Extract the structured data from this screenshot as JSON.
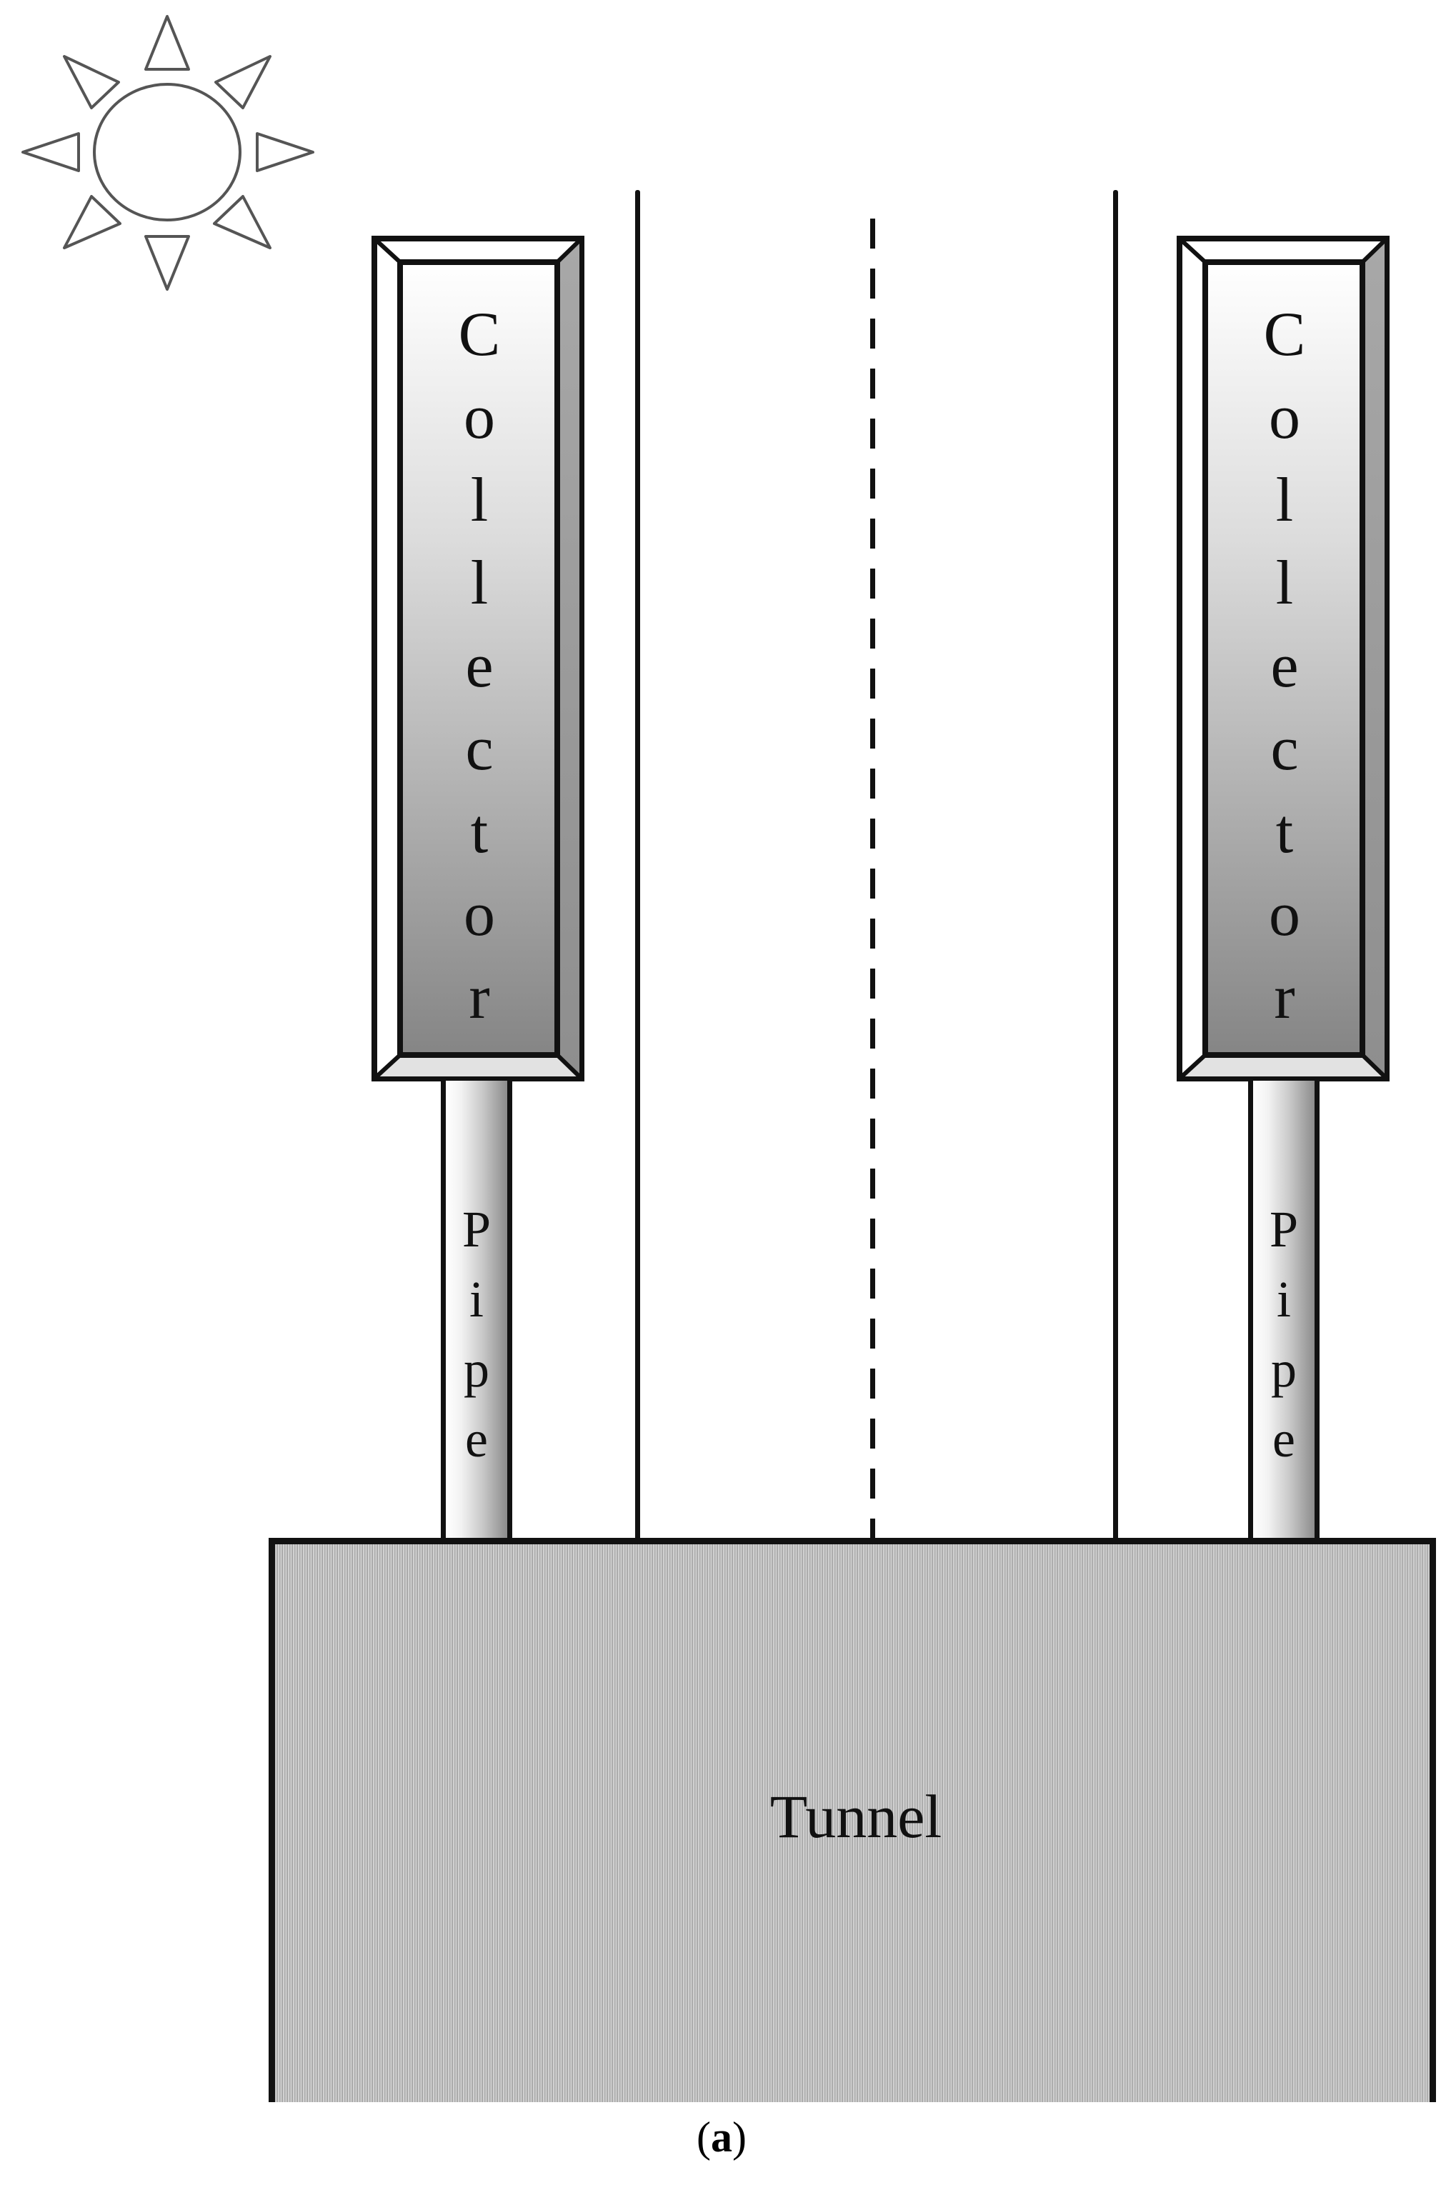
{
  "figure": {
    "caption_open": "(",
    "caption_letter": "a",
    "caption_close": ")",
    "icons": {
      "sun": "sun-icon"
    },
    "road": {
      "left_edge": "solid line",
      "center_line": "dashed line",
      "right_edge": "solid line"
    },
    "collectors": [
      {
        "label": "Collector",
        "letters": [
          "C",
          "o",
          "l",
          "l",
          "e",
          "c",
          "t",
          "o",
          "r"
        ],
        "pipe": {
          "label": "Pipe",
          "letters": [
            "P",
            "i",
            "p",
            "e"
          ]
        }
      },
      {
        "label": "Collector",
        "letters": [
          "C",
          "o",
          "l",
          "l",
          "e",
          "c",
          "t",
          "o",
          "r"
        ],
        "pipe": {
          "label": "Pipe",
          "letters": [
            "P",
            "i",
            "p",
            "e"
          ]
        }
      }
    ],
    "tunnel": {
      "label": "Tunnel"
    },
    "colors": {
      "outline": "#111111",
      "collector_gradient_top": "#ffffff",
      "collector_gradient_bottom": "#858585",
      "bevel_right": "#a0a0a0",
      "bevel_bottom": "#e2e2e2",
      "tunnel_fill": "#b8b8b8"
    }
  }
}
